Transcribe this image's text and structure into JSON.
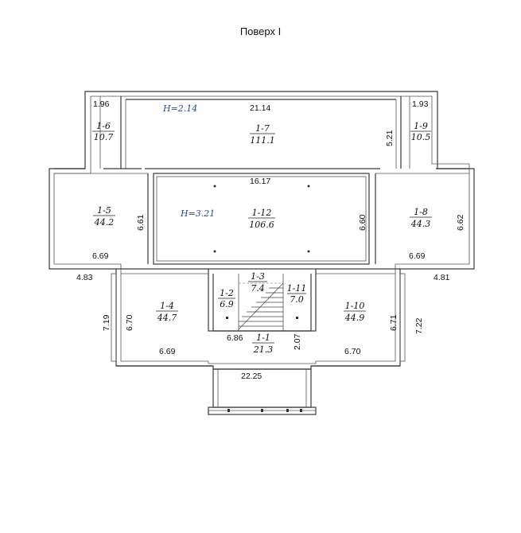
{
  "title": "Поверх І",
  "colors": {
    "walls": "#3a3a3a",
    "height_label": "#2b4a8a",
    "text": "#111111"
  },
  "heights": [
    {
      "id": "h-upper",
      "label": "H=2.14"
    },
    {
      "id": "h-main",
      "label": "H=3.21"
    }
  ],
  "rooms": [
    {
      "id": "1-1",
      "code": "1-1",
      "area": "21.3"
    },
    {
      "id": "1-2",
      "code": "1-2",
      "area": "6.9"
    },
    {
      "id": "1-3",
      "code": "1-3",
      "area": "7.4"
    },
    {
      "id": "1-4",
      "code": "1-4",
      "area": "44.7"
    },
    {
      "id": "1-5",
      "code": "1-5",
      "area": "44.2"
    },
    {
      "id": "1-6",
      "code": "1-6",
      "area": "10.7"
    },
    {
      "id": "1-7",
      "code": "1-7",
      "area": "111.1"
    },
    {
      "id": "1-8",
      "code": "1-8",
      "area": "44.3"
    },
    {
      "id": "1-9",
      "code": "1-9",
      "area": "10.5"
    },
    {
      "id": "1-10",
      "code": "1-10",
      "area": "44.9"
    },
    {
      "id": "1-11",
      "code": "1-11",
      "area": "7.0"
    },
    {
      "id": "1-12",
      "code": "1-12",
      "area": "106.6"
    }
  ],
  "dimensions": [
    "1.96",
    "21.14",
    "1.93",
    "5.21",
    "16.17",
    "6.61",
    "6.60",
    "6.62",
    "6.69",
    "6.69",
    "4.83",
    "4.81",
    "7.19",
    "6.70",
    "6.69",
    "6.86",
    "2.07",
    "6.71",
    "7.22",
    "6.70",
    "22.25"
  ]
}
